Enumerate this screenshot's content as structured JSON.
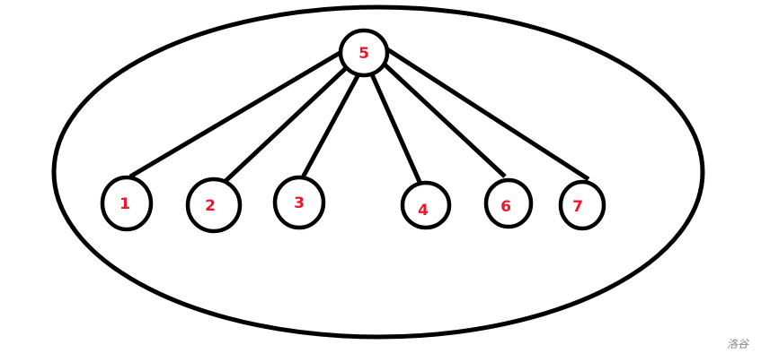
{
  "diagram": {
    "root": {
      "label": "5"
    },
    "children": [
      {
        "label": "1"
      },
      {
        "label": "2"
      },
      {
        "label": "3"
      },
      {
        "label": "4"
      },
      {
        "label": "6"
      },
      {
        "label": "7"
      }
    ],
    "label_color": "#f0142a"
  },
  "watermark": "洛谷"
}
